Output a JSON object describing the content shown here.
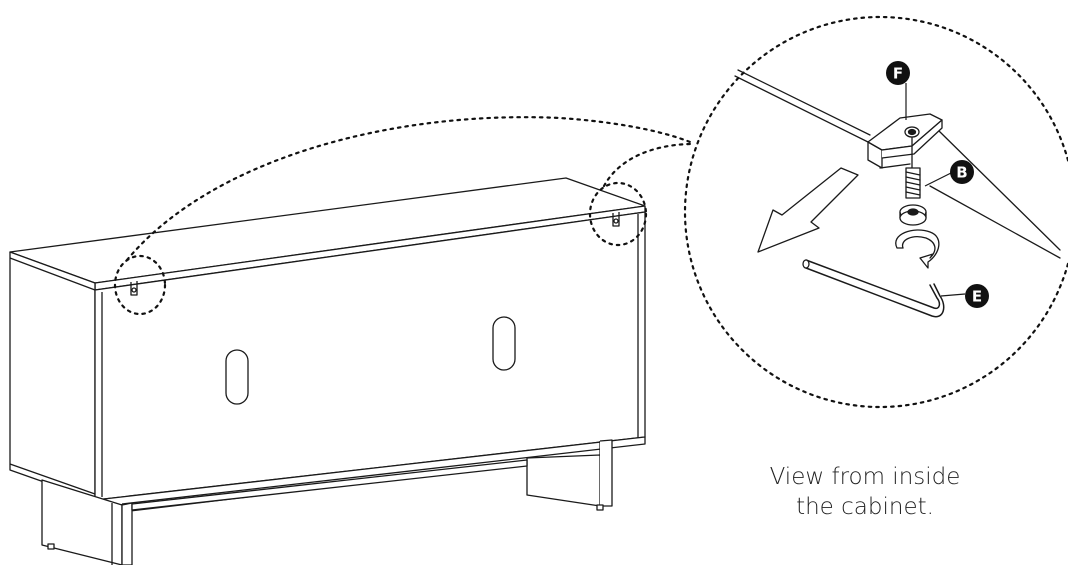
{
  "caption": {
    "line1": "View from inside",
    "line2": "the cabinet."
  },
  "labels": {
    "f": "F",
    "b": "B",
    "e": "E"
  },
  "colors": {
    "line": "#1a1a1a",
    "label_fill": "#111111",
    "label_text": "#ffffff",
    "shadow": "#cccccc"
  }
}
